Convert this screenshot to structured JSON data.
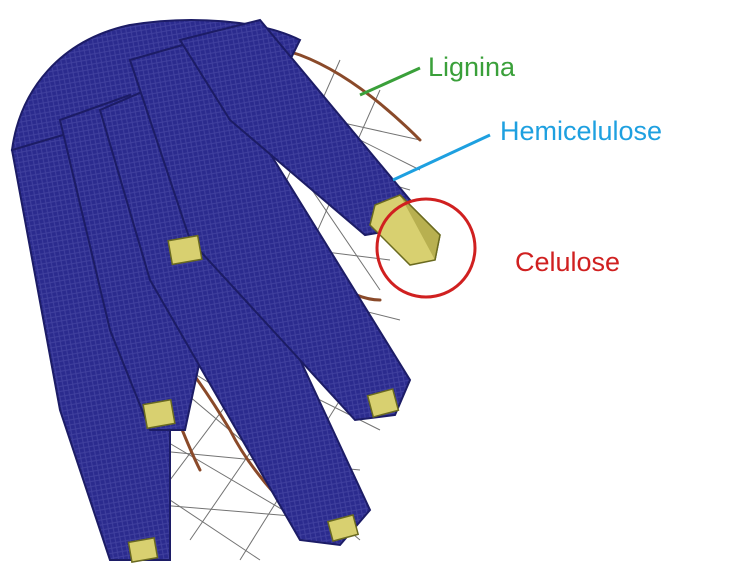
{
  "labels": {
    "lignina": "Lignina",
    "hemicelulose": "Hemicelulose",
    "celulose": "Celulose"
  },
  "colors": {
    "lignina": "#3aa03a",
    "hemicelulose": "#1ea0e0",
    "celulose": "#d02020",
    "fiber": "#2a2a8c",
    "fiber_dark": "#1c1c66",
    "lignin_strand": "#8a4a2a",
    "cellulose_core": "#d8d070",
    "mesh": "#3a3a3a"
  },
  "icons": [
    "lignocellulose-fiber-illustration",
    "cellulose-highlight-circle"
  ]
}
